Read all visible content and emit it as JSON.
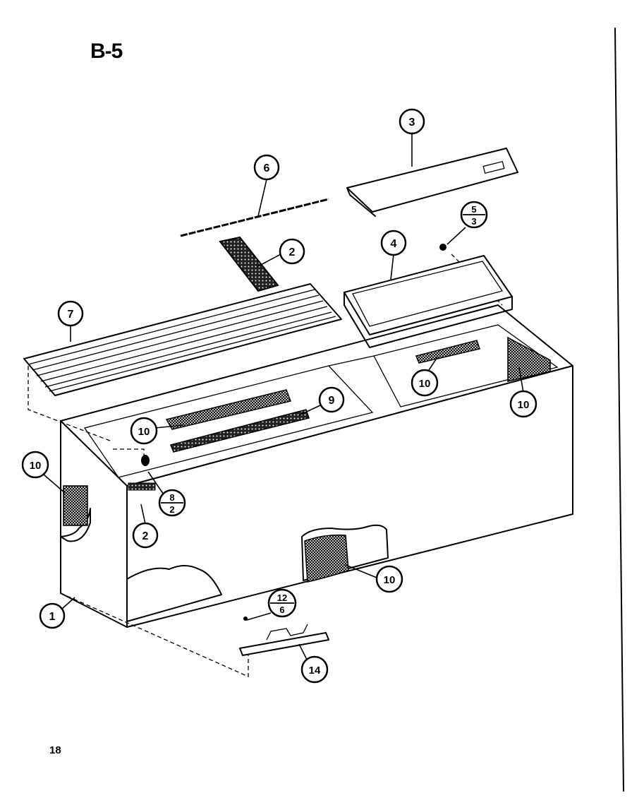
{
  "title": "B-5",
  "page_number": "18",
  "callouts": {
    "c1": "1",
    "c2a": "2",
    "c2b": "2",
    "c3": "3",
    "c4": "4",
    "c6": "6",
    "c7": "7",
    "c9": "9",
    "c10a": "10",
    "c10b": "10",
    "c10c": "10",
    "c10d": "10",
    "c10e": "10",
    "c14": "14"
  },
  "fractions": {
    "f53": {
      "top": "5",
      "bottom": "3"
    },
    "f82": {
      "top": "8",
      "bottom": "2"
    },
    "f126": {
      "top": "12",
      "bottom": "6"
    }
  }
}
